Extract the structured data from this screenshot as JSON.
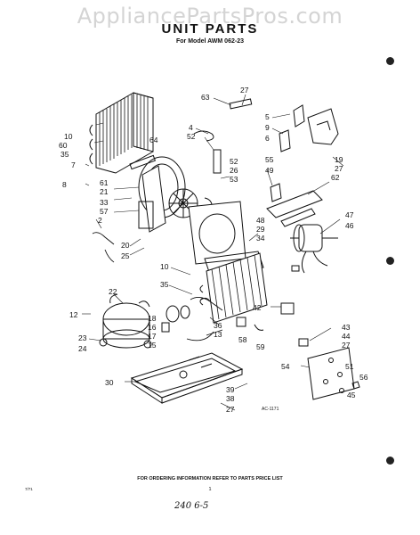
{
  "watermark": "AppliancePartsPros.com",
  "header": {
    "title": "UNIT PARTS",
    "model_line": "For Model AWM 062-23"
  },
  "diagram_ref": "AC-1171",
  "footer": {
    "ordering_note": "FOR ORDERING INFORMATION REFER TO PARTS PRICE LIST",
    "page_number": "1",
    "date_code": "7/71",
    "handwritten": "240 6-5"
  },
  "callouts": [
    "63",
    "27",
    "5",
    "9",
    "6",
    "4",
    "52",
    "64",
    "10",
    "60",
    "35",
    "7",
    "8",
    "61",
    "21",
    "33",
    "57",
    "2",
    "20",
    "25",
    "52",
    "26",
    "53",
    "55",
    "49",
    "19",
    "27",
    "62",
    "48",
    "29",
    "34",
    "47",
    "46",
    "10",
    "35",
    "22",
    "12",
    "18",
    "16",
    "17",
    "15",
    "23",
    "24",
    "36",
    "13",
    "58",
    "59",
    "42",
    "43",
    "44",
    "27",
    "54",
    "51",
    "56",
    "45",
    "30",
    "39",
    "38",
    "27"
  ]
}
